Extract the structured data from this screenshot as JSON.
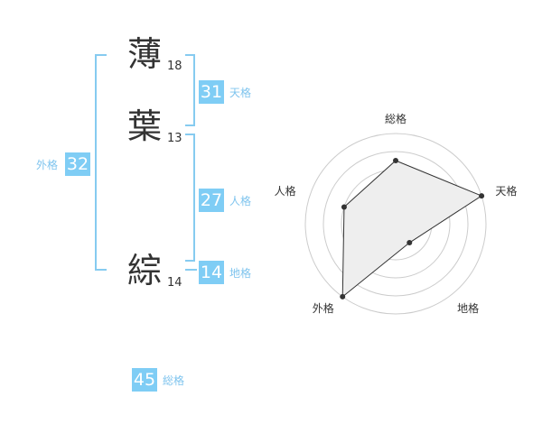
{
  "name": {
    "chars": [
      {
        "char": "薄",
        "strokes": "18"
      },
      {
        "char": "葉",
        "strokes": "13"
      },
      {
        "char": "綜",
        "strokes": "14"
      }
    ]
  },
  "fortunes": {
    "tenkaku": {
      "value": "31",
      "label": "天格"
    },
    "jinkaku": {
      "value": "27",
      "label": "人格"
    },
    "chikaku": {
      "value": "14",
      "label": "地格"
    },
    "gaikaku": {
      "value": "32",
      "label": "外格"
    },
    "soukaku": {
      "value": "45",
      "label": "総格"
    }
  },
  "chart_data": {
    "type": "radar",
    "axes": [
      "総格",
      "天格",
      "地格",
      "外格",
      "人格"
    ],
    "values": [
      3.5,
      5,
      1.3,
      5,
      3
    ],
    "rmax": 5,
    "grid_rings": 5,
    "fill": "#eeeeee",
    "stroke": "#333333"
  },
  "colors": {
    "accent": "#7fcdf5",
    "label": "#7fc4ee",
    "bracket": "#86cbf0"
  }
}
